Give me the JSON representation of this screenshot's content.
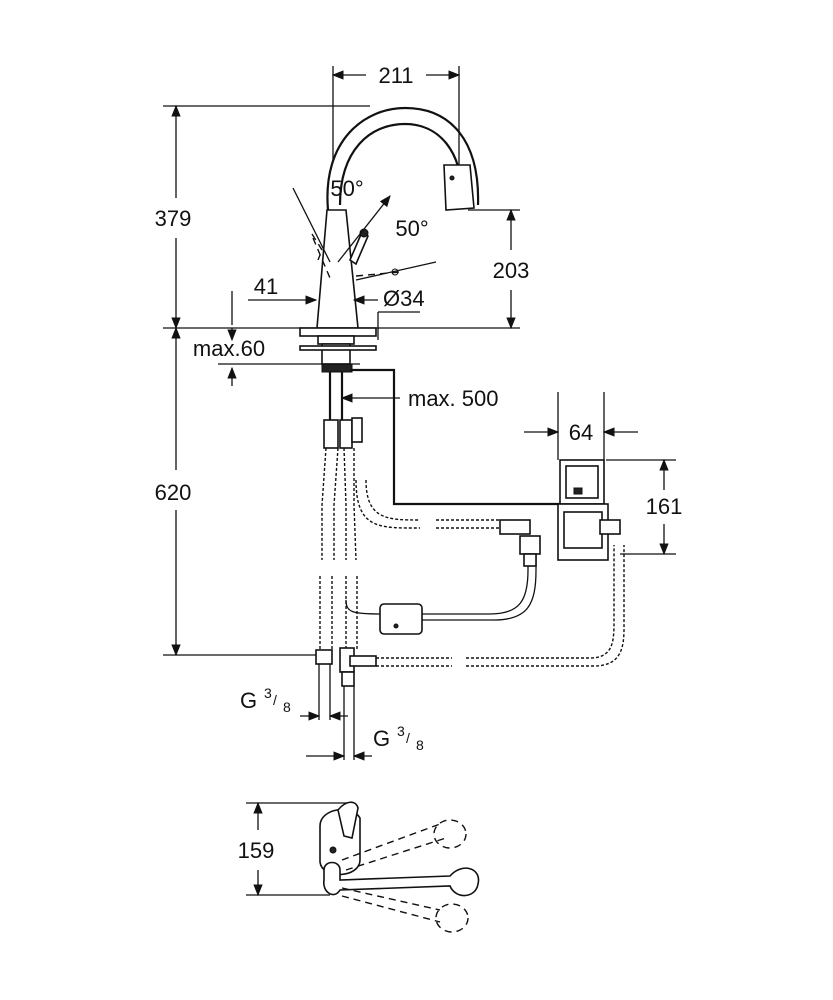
{
  "dimensions": {
    "spout_reach": "211",
    "total_height": "379",
    "spout_clearance": "203",
    "lever_angle_left": "50°",
    "lever_angle_right": "50°",
    "handle_offset": "41",
    "hole_diameter": "Ø34",
    "max_deck_thickness": "max.60",
    "max_hose_distance": "max. 500",
    "box_width": "64",
    "box_height": "161",
    "below_deck": "620",
    "connection_left": "G",
    "connection_left_num": "3",
    "connection_left_den": "8",
    "connection_right": "G",
    "connection_right_num": "3",
    "connection_right_den": "8",
    "top_view_depth": "159"
  }
}
